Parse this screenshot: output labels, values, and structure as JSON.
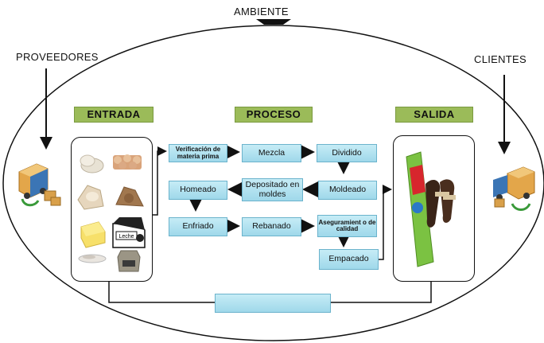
{
  "labels": {
    "ambiente": "AMBIENTE",
    "proveedores": "PROVEEDORES",
    "clientes": "CLIENTES"
  },
  "headers": {
    "entrada": "ENTRADA",
    "proceso": "PROCESO",
    "salida": "SALIDA"
  },
  "steps": {
    "verificacion": "Verificación de materia prima",
    "mezcla": "Mezcla",
    "dividido": "Dividido",
    "depositado": "Depositado en moldes",
    "moldeado": "Moldeado",
    "homeado": "Homeado",
    "enfriado": "Enfriado",
    "rebanado": "Rebanado",
    "aseguramiento": "Aseguramient o de calidad",
    "empacado": "Empacado"
  },
  "images": {
    "milk_label": "Leche"
  },
  "colors": {
    "header_green": "#9bbb59",
    "step_blue": "#b5e3f2",
    "step_border": "#6bb3cc",
    "outline": "#111111"
  },
  "icons": [
    "truck-supplier-icon",
    "truck-client-icon",
    "flour-icon",
    "eggs-icon",
    "butter-icon",
    "milk-carton-icon",
    "yeast-icon",
    "sugar-icon",
    "salt-icon",
    "bag-icon",
    "product-package-icon"
  ]
}
